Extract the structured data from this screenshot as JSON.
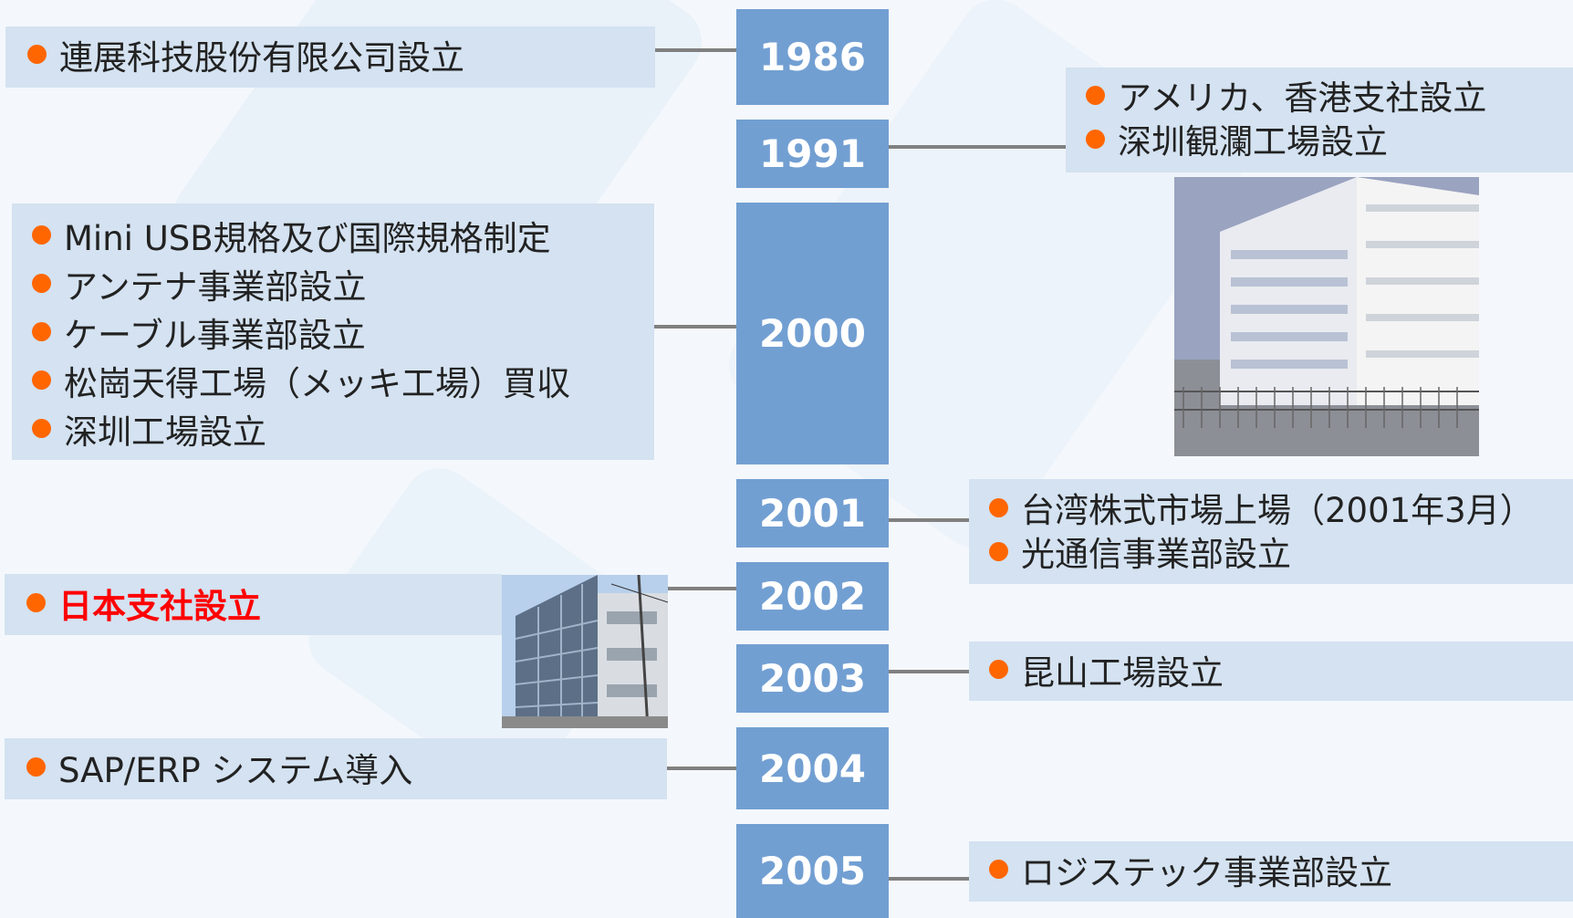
{
  "timeline": {
    "years": [
      "1986",
      "1991",
      "2000",
      "2001",
      "2002",
      "2003",
      "2004",
      "2005"
    ],
    "events": {
      "e1986": [
        "連展科技股份有限公司設立"
      ],
      "e1991": [
        "アメリカ、香港支社設立",
        "深圳観瀾工場設立"
      ],
      "e2000": [
        "Mini USB規格及び国際規格制定",
        "アンテナ事業部設立",
        "ケーブル事業部設立",
        "松崗天得工場（メッキ工場）買収",
        "深圳工場設立"
      ],
      "e2001": [
        "台湾株式市場上場（2001年3月）",
        "光通信事業部設立"
      ],
      "e2002": [
        "日本支社設立"
      ],
      "e2003": [
        "昆山工場設立"
      ],
      "e2004": [
        "SAP/ERP システム導入"
      ],
      "e2005": [
        "ロジステック事業部設立"
      ]
    }
  },
  "colors": {
    "year_box": "#729fd2",
    "event_box": "#d4e2f1",
    "bullet": "#ff6600",
    "highlight_text": "#ff0000",
    "connector": "#808080"
  }
}
